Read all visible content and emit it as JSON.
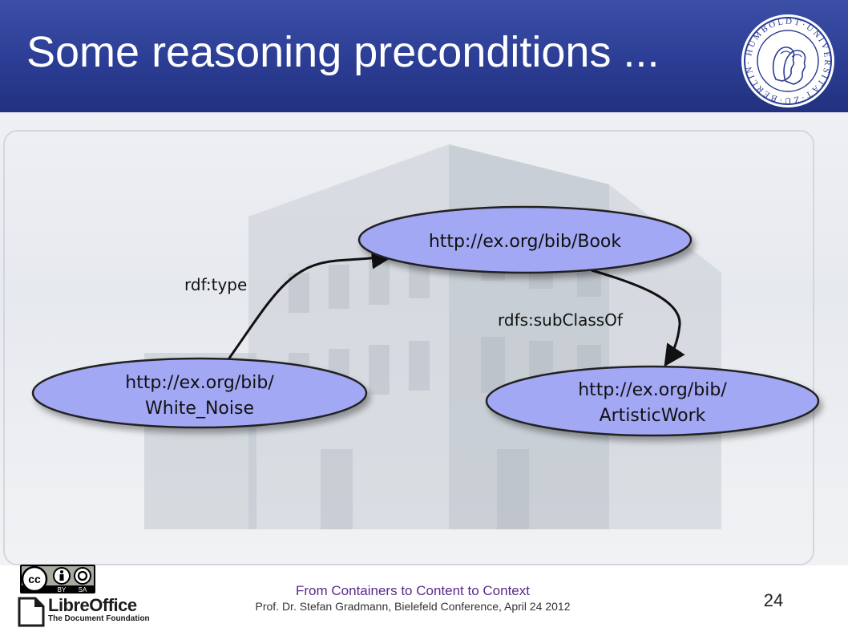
{
  "slide": {
    "title": "Some reasoning preconditions ..."
  },
  "logo": {
    "seal_text": "HUMBOLDT-UNIVERSITÄT ZU BERLIN"
  },
  "diagram": {
    "nodes": {
      "book": {
        "lines": [
          "http://ex.org/bib/Book"
        ]
      },
      "white_noise": {
        "lines": [
          "http://ex.org/bib/",
          "White_Noise"
        ]
      },
      "artistic_work": {
        "lines": [
          "http://ex.org/bib/",
          "ArtisticWork"
        ]
      }
    },
    "edges": {
      "rdf_type": {
        "label": "rdf:type",
        "from": "white_noise",
        "to": "book"
      },
      "subclass": {
        "label": "rdfs:subClassOf",
        "from": "book",
        "to": "artistic_work"
      }
    },
    "colors": {
      "node_fill": "#a3a8f5",
      "node_stroke": "#222222",
      "edge": "#111111"
    }
  },
  "footer": {
    "line1": "From Containers to Content to Context",
    "line2": "Prof. Dr. Stefan Gradmann, Bielefeld Conference, April 24 2012",
    "page_number": "24",
    "license_badge": {
      "cc": "cc",
      "by": "BY",
      "sa": "SA"
    },
    "libreoffice": {
      "name": "LibreOffice",
      "subtitle": "The Document Foundation"
    }
  },
  "theme": {
    "header_color": "#2b3d94",
    "footer_title_color": "#5a2a8a"
  }
}
